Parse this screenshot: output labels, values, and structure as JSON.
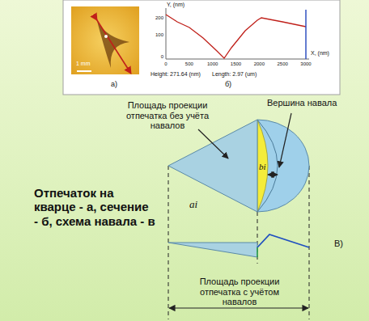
{
  "diagram": {
    "labels": [
      "1 mm",
      "а)",
      "Y, (nm)",
      "200",
      "100",
      "0",
      "0",
      "500",
      "1000",
      "1500",
      "2000",
      "2500",
      "3000",
      "X, (nm)",
      "Height: 271.64 (nm)",
      "Length: 2.97 (um)",
      "б)",
      "Площадь проекции отпечатка без учёта навалов",
      "Вершина навала",
      "bi",
      "ai",
      "Отпечаток на кварце - а, сечение - б, схема навала - в",
      "В)",
      "Площадь проекции отпечатка с учётом навалов"
    ]
  }
}
